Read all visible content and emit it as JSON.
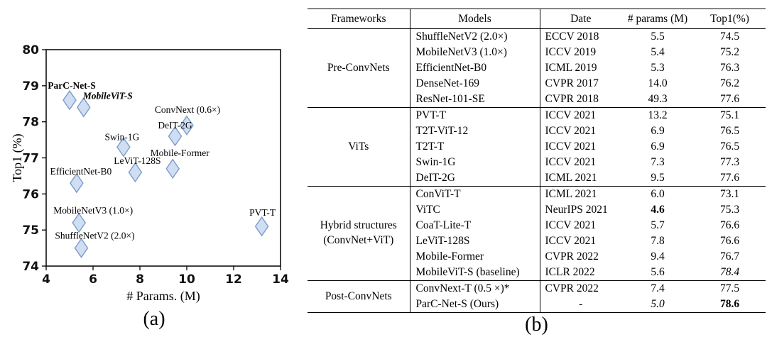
{
  "figure": {
    "caption_a": "(a)",
    "caption_b": "(b)"
  },
  "chart_data": {
    "type": "scatter",
    "title": "",
    "xlabel": "# Params. (M)",
    "ylabel": "Top1 (%)",
    "xlim": [
      4,
      14
    ],
    "ylim": [
      74,
      80
    ],
    "xticks": [
      4,
      6,
      8,
      10,
      12,
      14
    ],
    "yticks": [
      74,
      75,
      76,
      77,
      78,
      79,
      80
    ],
    "grid": false,
    "legend": "none",
    "marker": "diamond",
    "marker_fill": "#cfdef3",
    "marker_stroke": "#7f9ccb",
    "points": [
      {
        "label": "ParC-Net-S",
        "x": 5.0,
        "y": 78.6,
        "style": "bold",
        "anchor": "middle",
        "dx": 3,
        "dy": -16
      },
      {
        "label": "MobileViT-S",
        "x": 5.6,
        "y": 78.4,
        "style": "bold-italic",
        "anchor": "start",
        "dx": -1,
        "dy": -12
      },
      {
        "label": "ConvNext (0.6×)",
        "x": 10.0,
        "y": 77.9,
        "style": "normal",
        "anchor": "middle",
        "dx": 1,
        "dy": -18
      },
      {
        "label": "DeIT-2G",
        "x": 9.5,
        "y": 77.6,
        "style": "normal",
        "anchor": "middle",
        "dx": 0,
        "dy": -11
      },
      {
        "label": "Swin-1G",
        "x": 7.3,
        "y": 77.3,
        "style": "normal",
        "anchor": "middle",
        "dx": -2,
        "dy": -10
      },
      {
        "label": "Mobile-Former",
        "x": 9.4,
        "y": 76.7,
        "style": "normal",
        "anchor": "middle",
        "dx": 10,
        "dy": -18
      },
      {
        "label": "LeViT-128S",
        "x": 7.8,
        "y": 76.6,
        "style": "normal",
        "anchor": "middle",
        "dx": 3,
        "dy": -12
      },
      {
        "label": "EfficientNet-B0",
        "x": 5.3,
        "y": 76.3,
        "style": "normal",
        "anchor": "middle",
        "dx": 6,
        "dy": -12
      },
      {
        "label": "MobileNetV3 (1.0×)",
        "x": 5.4,
        "y": 75.2,
        "style": "normal",
        "anchor": "middle",
        "dx": 20,
        "dy": -13
      },
      {
        "label": "PVT-T",
        "x": 13.2,
        "y": 75.1,
        "style": "normal",
        "anchor": "middle",
        "dx": 1,
        "dy": -15
      },
      {
        "label": "ShuffleNetV2 (2.0×)",
        "x": 5.5,
        "y": 74.5,
        "style": "normal",
        "anchor": "middle",
        "dx": 19,
        "dy": -13
      }
    ]
  },
  "table": {
    "headers": [
      "Frameworks",
      "Models",
      "Date",
      "# params (M)",
      "Top1(%)"
    ],
    "groups": [
      {
        "framework": "Pre-ConvNets",
        "rows": [
          {
            "model": "ShuffleNetV2 (2.0×)",
            "date": "ECCV 2018",
            "params": "5.5",
            "top1": "74.5"
          },
          {
            "model": "MobileNetV3 (1.0×)",
            "date": "ICCV 2019",
            "params": "5.4",
            "top1": "75.2"
          },
          {
            "model": "EfficientNet-B0",
            "date": "ICML 2019",
            "params": "5.3",
            "top1": "76.3"
          },
          {
            "model": "DenseNet-169",
            "date": "CVPR 2017",
            "params": "14.0",
            "top1": "76.2"
          },
          {
            "model": "ResNet-101-SE",
            "date": "CVPR 2018",
            "params": "49.3",
            "top1": "77.6"
          }
        ]
      },
      {
        "framework": "ViTs",
        "rows": [
          {
            "model": "PVT-T",
            "date": "ICCV 2021",
            "params": "13.2",
            "top1": "75.1"
          },
          {
            "model": "T2T-ViT-12",
            "date": "ICCV 2021",
            "params": "6.9",
            "top1": "76.5"
          },
          {
            "model": "T2T-T",
            "date": "ICCV 2021",
            "params": "6.9",
            "top1": "76.5"
          },
          {
            "model": "Swin-1G",
            "date": "ICCV 2021",
            "params": "7.3",
            "top1": "77.3"
          },
          {
            "model": "DeIT-2G",
            "date": "ICML 2021",
            "params": "9.5",
            "top1": "77.6"
          }
        ]
      },
      {
        "framework": "Hybrid structures\n(ConvNet+ViT)",
        "rows": [
          {
            "model": "ConViT-T",
            "date": "ICML 2021",
            "params": "6.0",
            "top1": "73.1"
          },
          {
            "model": "ViTC",
            "date": "NeurIPS 2021",
            "params": "4.6",
            "top1": "75.3",
            "params_style": "bold"
          },
          {
            "model": "CoaT-Lite-T",
            "date": "ICCV 2021",
            "params": "5.7",
            "top1": "76.6"
          },
          {
            "model": "LeViT-128S",
            "date": "ICCV 2021",
            "params": "7.8",
            "top1": "76.6"
          },
          {
            "model": "Mobile-Former",
            "date": "CVPR 2022",
            "params": "9.4",
            "top1": "76.7"
          },
          {
            "model": "MobileViT-S (baseline)",
            "date": "ICLR 2022",
            "params": "5.6",
            "top1": "78.4",
            "top1_style": "italic"
          }
        ]
      },
      {
        "framework": "Post-ConvNets",
        "rows": [
          {
            "model": "ConvNext-T (0.5 ×)*",
            "date": "CVPR 2022",
            "params": "7.4",
            "top1": "77.5"
          },
          {
            "model": "ParC-Net-S  (Ours)",
            "date": "-",
            "params": "5.0",
            "top1": "78.6",
            "params_style": "italic",
            "top1_style": "bold",
            "date_align": "center"
          }
        ]
      }
    ]
  }
}
